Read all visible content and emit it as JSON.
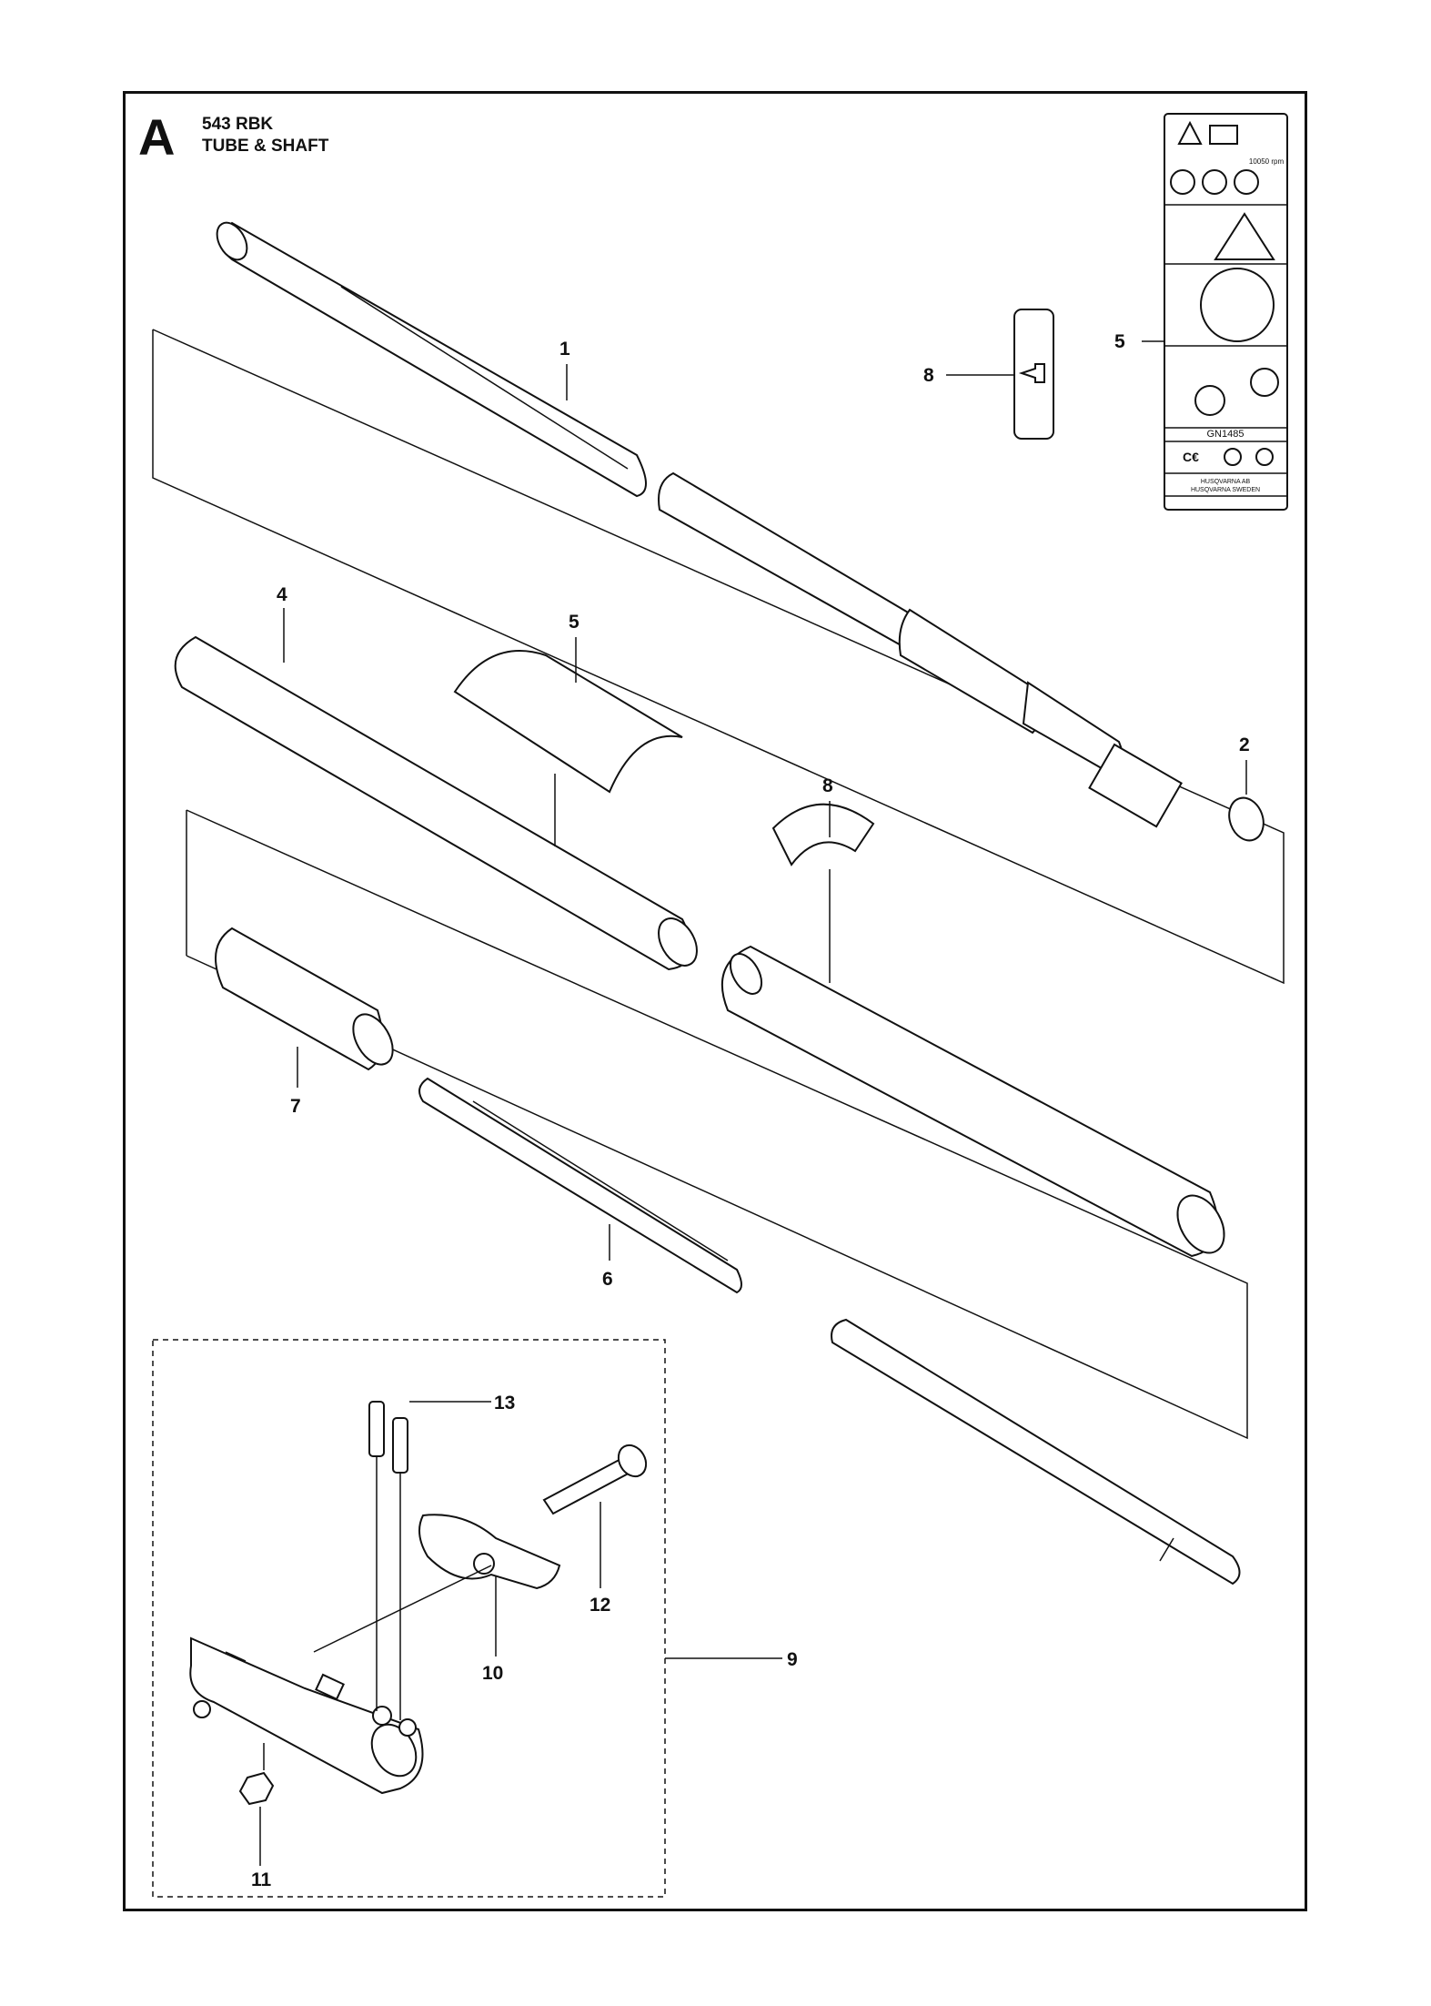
{
  "header": {
    "section_letter": "A",
    "model": "543 RBK",
    "title": "TUBE & SHAFT"
  },
  "callouts": [
    "1",
    "2",
    "4",
    "5",
    "5",
    "7",
    "8",
    "8",
    "6",
    "9",
    "10",
    "11",
    "12",
    "13"
  ],
  "decal": {
    "rpm": "10050 rpm",
    "code": "GN1485",
    "maker_line1": "HUSQVARNA AB",
    "maker_line2": "HUSQVARNA SWEDEN"
  },
  "colors": {
    "line": "#111111",
    "background": "#ffffff"
  }
}
